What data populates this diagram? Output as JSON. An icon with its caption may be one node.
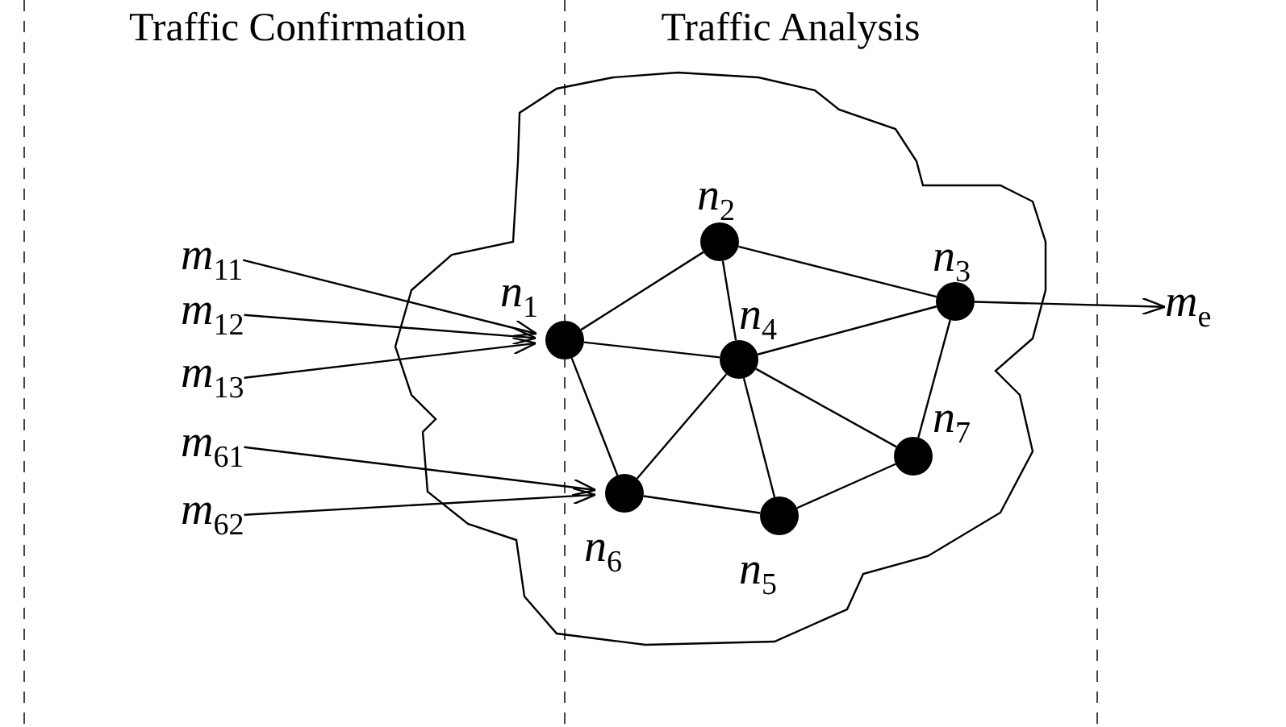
{
  "diagram": {
    "nodes": [
      {
        "text": [],
        "shape": "cloud"
      },
      {
        "text": [],
        "shape": "circle",
        "in": 0,
        "beside": [
          "*n*$_{1}$"
        ]
      },
      {
        "text": [],
        "shape": "circle",
        "in": 0,
        "beside": [
          "*n*$_{2}$"
        ]
      },
      {
        "text": [],
        "shape": "circle",
        "in": 0,
        "beside": [
          "*n*$_{3}$"
        ]
      },
      {
        "text": [],
        "shape": "circle",
        "in": 0,
        "beside": [
          "*n*$_{4}$"
        ]
      },
      {
        "text": [],
        "shape": "circle",
        "in": 0,
        "beside": [
          "*n*$_{5}$"
        ]
      },
      {
        "text": [],
        "shape": "circle",
        "in": 0,
        "beside": [
          "*n*$_{6}$"
        ]
      },
      {
        "text": [],
        "shape": "circle",
        "in": 0,
        "beside": [
          "*n*$_{7}$"
        ]
      },
      {
        "text": [
          "*m*$_{11}$"
        ]
      },
      {
        "text": [
          "*m*$_{12}$"
        ]
      },
      {
        "text": [
          "*m*$_{13}$"
        ]
      },
      {
        "text": [
          "*m*$_{61}$"
        ]
      },
      {
        "text": [
          "*m*$_{62}$"
        ]
      },
      {
        "text": [
          "*m*$_{e}$"
        ]
      }
    ],
    "edges": [
      {
        "from": 1,
        "to": 2,
        "arrow": "none"
      },
      {
        "from": 1,
        "to": 4,
        "arrow": "none"
      },
      {
        "from": 1,
        "to": 6,
        "arrow": "none"
      },
      {
        "from": 2,
        "to": 4,
        "arrow": "none"
      },
      {
        "from": 2,
        "to": 3,
        "arrow": "none"
      },
      {
        "from": 4,
        "to": 3,
        "arrow": "none"
      },
      {
        "from": 3,
        "to": 7,
        "arrow": "none"
      },
      {
        "from": 4,
        "to": 6,
        "arrow": "none"
      },
      {
        "from": 4,
        "to": 5,
        "arrow": "none"
      },
      {
        "from": 4,
        "to": 7,
        "arrow": "none"
      },
      {
        "from": 6,
        "to": 5,
        "arrow": "none"
      },
      {
        "from": 5,
        "to": 7,
        "arrow": "none"
      },
      {
        "from": 8,
        "to": 1,
        "arrow": "to"
      },
      {
        "from": 9,
        "to": 1,
        "arrow": "to"
      },
      {
        "from": 10,
        "to": 1,
        "arrow": "to"
      },
      {
        "from": 11,
        "to": 6,
        "arrow": "to"
      },
      {
        "from": 12,
        "to": 6,
        "arrow": "to"
      },
      {
        "from": 3,
        "to": 13,
        "arrow": "to"
      }
    ],
    "labels": [
      "Traffic Confirmation",
      "Traffic Analysis"
    ]
  }
}
